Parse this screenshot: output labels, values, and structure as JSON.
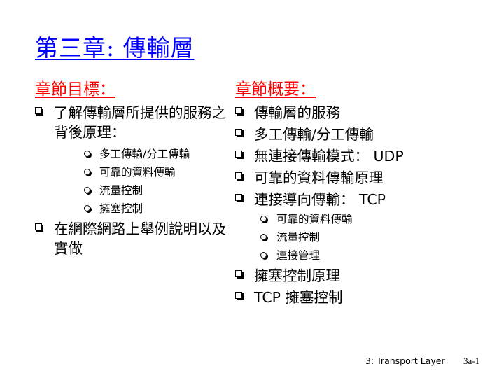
{
  "title": "第三章: 傳輸層",
  "left": {
    "heading": "章節目標：",
    "items": [
      {
        "text": "了解傳輸層所提供的服務之背後原理：",
        "sub": [
          "多工傳輸/分工傳輸",
          "可靠的資料傳輸",
          "流量控制",
          "擁塞控制"
        ]
      },
      {
        "text": "在網際網路上舉例說明以及實做"
      }
    ]
  },
  "right": {
    "heading": "章節概要：",
    "items": [
      {
        "text": "傳輸層的服務"
      },
      {
        "text": "多工傳輸/分工傳輸"
      },
      {
        "text": "無連接傳輸模式：",
        "tag": "UDP"
      },
      {
        "text": "可靠的資料傳輸原理"
      },
      {
        "text": "連接導向傳輸：",
        "tag": "TCP",
        "sub": [
          "可靠的資料傳輸",
          "流量控制",
          "連接管理"
        ]
      },
      {
        "text": "擁塞控制原理"
      },
      {
        "tag": "TCP",
        "text": "擁塞控制"
      }
    ]
  },
  "footer": {
    "label": "3: Transport Layer",
    "page": "3a-1"
  },
  "colors": {
    "title": "#0000ff",
    "heading": "#ff0000",
    "text": "#000000"
  }
}
